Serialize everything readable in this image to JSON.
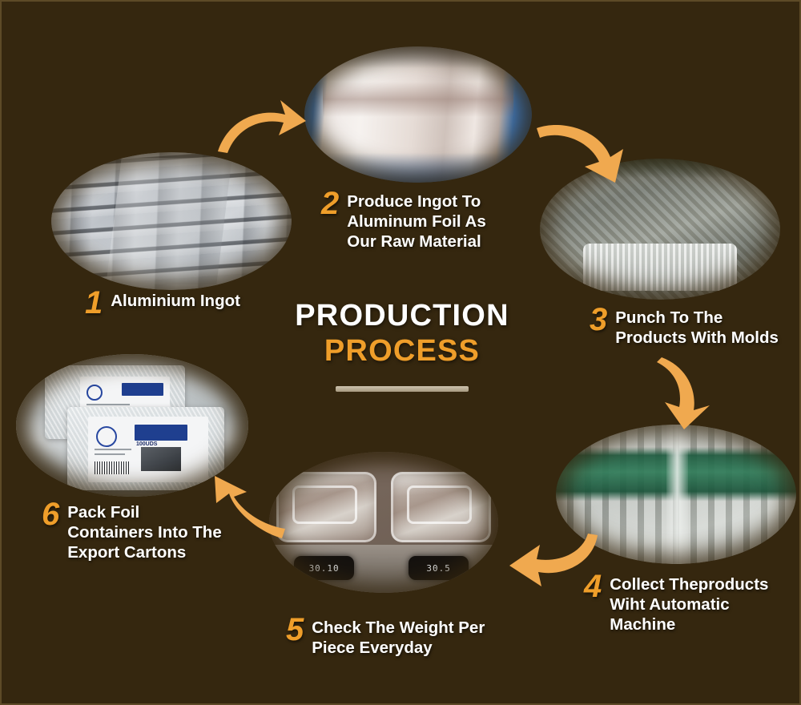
{
  "title": {
    "line1": "PRODUCTION",
    "line2": "PROCESS"
  },
  "theme": {
    "background": "#35270f",
    "accent": "#ef9e2a",
    "caption_color": "#ffffff",
    "divider_color": "#bfb49c"
  },
  "steps": [
    {
      "number": "1",
      "caption": "Aluminium Ingot",
      "image_alt": "stacked-aluminium-ingots"
    },
    {
      "number": "2",
      "caption": "Produce Ingot To\nAluminum Foil As\nOur Raw Material",
      "image_alt": "aluminum-foil-rolling-machine"
    },
    {
      "number": "3",
      "caption": "Punch To The\nProducts With Molds",
      "image_alt": "punching-press-with-molds"
    },
    {
      "number": "4",
      "caption": "Collect Theproducts\nWiht Automatic\nMachine",
      "image_alt": "automatic-collecting-machine"
    },
    {
      "number": "5",
      "caption": "Check The Weight Per\nPiece Everyday",
      "image_alt": "foil-containers-on-digital-scales"
    },
    {
      "number": "6",
      "caption": "Pack Foil\nContainers Into The\nExport Cartons",
      "image_alt": "shrink-wrapped-export-cartons"
    }
  ],
  "scale_readouts": {
    "left": "30.10",
    "right": "30.5"
  },
  "packaging_label": {
    "quantity": "100UDS"
  },
  "arrows": [
    {
      "name": "arrow-step1-to-step2",
      "direction": "up-right"
    },
    {
      "name": "arrow-step2-to-step3",
      "direction": "down-right"
    },
    {
      "name": "arrow-step3-to-step4",
      "direction": "down"
    },
    {
      "name": "arrow-step4-to-step5",
      "direction": "left"
    },
    {
      "name": "arrow-step5-to-step6",
      "direction": "up-left"
    }
  ]
}
